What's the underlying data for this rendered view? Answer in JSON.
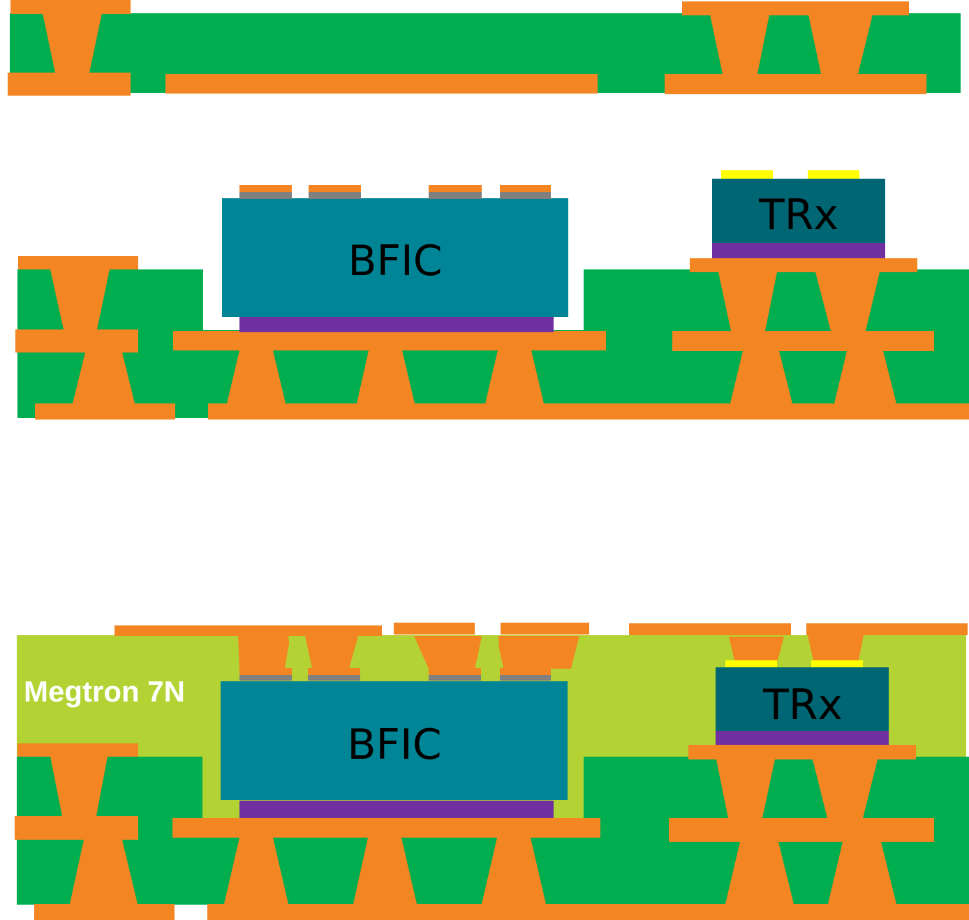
{
  "colors": {
    "copper": "#f38522",
    "dielectric": "#00ad4f",
    "megtron": "#b3d335",
    "bfic_body": "#008596",
    "trx_body": "#006673",
    "die_attach": "#7030a0",
    "bfic_pad": "#808080",
    "trx_pad": "#ffff00",
    "label_text": "#000000",
    "material_text": "#ffffff"
  },
  "panels": [
    {
      "id": "top-laminate",
      "description_label": ""
    },
    {
      "id": "components-placed",
      "chips": {
        "bfic": "BFIC",
        "trx": "TRx"
      }
    },
    {
      "id": "embedded-stack",
      "chips": {
        "bfic": "BFIC",
        "trx": "TRx"
      },
      "material": "Megtron 7N"
    }
  ]
}
